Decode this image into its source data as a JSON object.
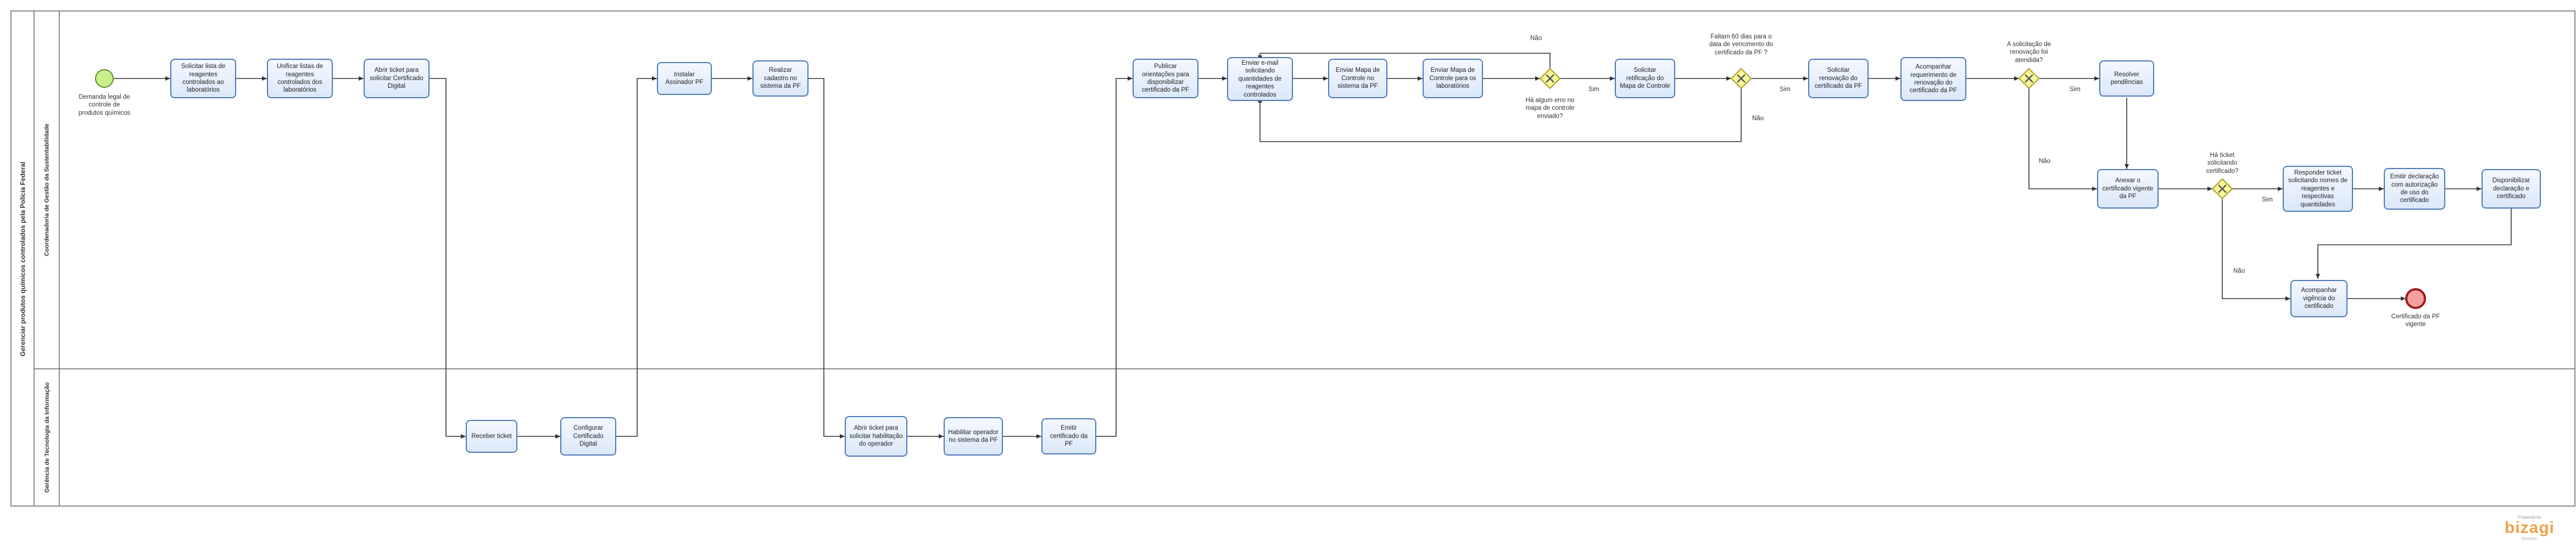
{
  "pool": {
    "label": "Gerenciar produtos químicos controlados pela Polícia Federal"
  },
  "lanes": [
    {
      "label": "Coordenadoria de Gestão da Sustentabilidade"
    },
    {
      "label": "Gerência de Tecnologia da Informação"
    }
  ],
  "events": {
    "start": {
      "label": "Demanda legal de controle de produtos químicos"
    },
    "end": {
      "label": "Certificado da PF vigente"
    }
  },
  "tasks": [
    {
      "id": "t1",
      "label": "Solicitar lista de reagentes controlados ao laboratórios"
    },
    {
      "id": "t2",
      "label": "Unificar listas de reagentes controlados dos laboratórios"
    },
    {
      "id": "t3",
      "label": "Abrir ticket para solicitar Certificado Digital"
    },
    {
      "id": "t4",
      "label": "Receber ticket"
    },
    {
      "id": "t5",
      "label": "Configurar Certificado Digital"
    },
    {
      "id": "t6",
      "label": "Instalar Assinador PF"
    },
    {
      "id": "t7",
      "label": "Realizar cadastro no sistema da PF"
    },
    {
      "id": "t8",
      "label": "Abrir ticket para solicitar habilitação do operador"
    },
    {
      "id": "t9",
      "label": "Habilitar operador no sistema da PF"
    },
    {
      "id": "t10",
      "label": "Emitir certificado da PF"
    },
    {
      "id": "t11",
      "label": "Publicar orientações para disponibilizar certificado da PF"
    },
    {
      "id": "t12",
      "label": "Enviar e-mail solicitando quantidades de reagentes controlados"
    },
    {
      "id": "t13",
      "label": "Enviar Mapa de Controle no sistema da PF"
    },
    {
      "id": "t14",
      "label": "Enviar Mapa de Controle para os laboratórios"
    },
    {
      "id": "t15",
      "label": "Solicitar retificação do Mapa de Controle"
    },
    {
      "id": "t16",
      "label": "Solicitar renovação do certificado da PF"
    },
    {
      "id": "t17",
      "label": "Acompanhar requerimento de renovação do certificado da PF"
    },
    {
      "id": "t18",
      "label": "Resolver pendências"
    },
    {
      "id": "t19",
      "label": "Anexar o certificado vigente da PF"
    },
    {
      "id": "t20",
      "label": "Responder ticket solicitando nomes de reagentes e respectivas quantidades"
    },
    {
      "id": "t21",
      "label": "Emitir declaração com autorização de uso do certificado"
    },
    {
      "id": "t22",
      "label": "Disponibilizar declaração e certificado"
    },
    {
      "id": "t23",
      "label": "Acompanhar vigência do certificado"
    }
  ],
  "gateways": [
    {
      "id": "g1",
      "label": "Há algum erro no mapa de controle enviado?"
    },
    {
      "id": "g2",
      "label": "Faltam 60 dias para o data de vencimento do certificado da PF ?"
    },
    {
      "id": "g3",
      "label": "A solicitação de renovação foi atendida?"
    },
    {
      "id": "g4",
      "label": "Há ticket solicitando certificado?"
    }
  ],
  "flow_labels": {
    "g1_nao": "Não",
    "g1_sim": "Sim",
    "g2_sim": "Sim",
    "g2_nao": "Não",
    "g3_sim": "Sim",
    "g3_nao": "Não",
    "g4_sim": "Sim",
    "g4_nao": "Não"
  },
  "branding": {
    "powered": "Powered by",
    "name": "bizagi",
    "edition": "Modeler"
  },
  "colors": {
    "task_border": "#4a78b8",
    "start_fill": "#c8f08a",
    "start_stroke": "#5a8a2a",
    "end_fill": "#f4a0a0",
    "end_stroke": "#a01818",
    "gateway_fill": "#fbf79a",
    "gateway_stroke": "#a9a020",
    "logo": "#f0a04b"
  }
}
